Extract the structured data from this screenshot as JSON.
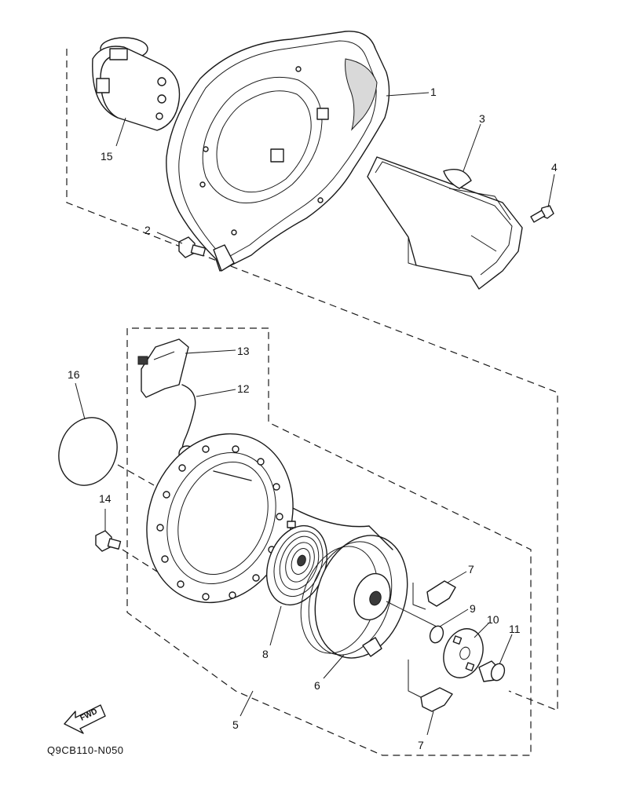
{
  "diagram": {
    "code": "Q9CB110-N050",
    "fwd_label": "FWD",
    "callouts": {
      "c1": "1",
      "c2": "2",
      "c3": "3",
      "c4": "4",
      "c5": "5",
      "c6": "6",
      "c7a": "7",
      "c7b": "7",
      "c8": "8",
      "c9": "9",
      "c10": "10",
      "c11": "11",
      "c12": "12",
      "c13": "13",
      "c14": "14",
      "c15": "15",
      "c16": "16"
    }
  }
}
